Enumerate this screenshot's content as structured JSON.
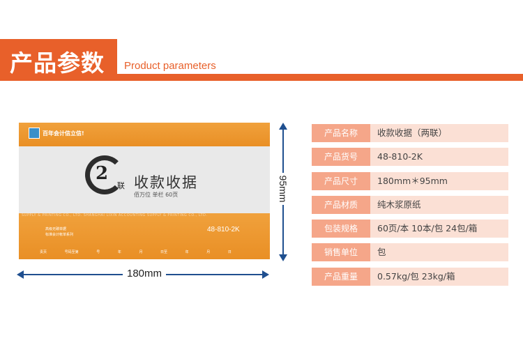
{
  "header": {
    "title": "产品参数",
    "subtitle": "Product parameters",
    "accent_color": "#e8602a"
  },
  "product_image": {
    "slogan": "百年会计信立信!",
    "copies": "2",
    "copies_suffix": "联",
    "title": "收款收据",
    "desc": "佰万位 单栏 60页",
    "print_line": "SUPPLY & PRINTING CO., LTD.  SHANGHAI LIXIN ACCOUNTING SUPPLY & PRINTING CO., LTD.",
    "code": "48-810-2K",
    "note1": "高级无碳单据",
    "note2": "标准会计帐单系列",
    "fields": [
      "责页",
      "号码至第",
      "号",
      "年",
      "月",
      "日至",
      "年",
      "月",
      "日"
    ]
  },
  "dimensions": {
    "width_label": "180mm",
    "height_label": "95mm"
  },
  "params": [
    {
      "label": "产品名称",
      "value": "收款收据（两联）"
    },
    {
      "label": "产品货号",
      "value": "48-810-2K"
    },
    {
      "label": "产品尺寸",
      "value": "180mm＊95mm"
    },
    {
      "label": "产品材质",
      "value": "纯木浆原纸"
    },
    {
      "label": "包装规格",
      "value": "60页/本  10本/包  24包/箱"
    },
    {
      "label": "销售单位",
      "value": "包"
    },
    {
      "label": "产品重量",
      "value": "0.57kg/包 23kg/箱"
    }
  ]
}
